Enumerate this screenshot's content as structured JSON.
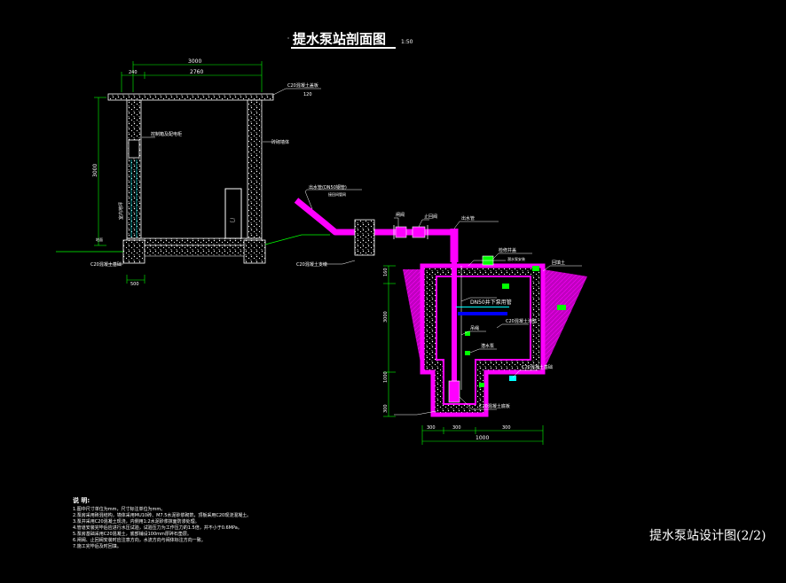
{
  "drawing": {
    "title": "提水泵站剖面图",
    "scale": "1:50",
    "sheet_title": "提水泵站设计图(2/2)"
  },
  "dimensions": {
    "top_total": "3000",
    "top_left": "240",
    "top_mid": "2760",
    "left_height": "3000",
    "bottom_width": "500",
    "sump_total": "1000",
    "sump_left": "300",
    "sump_mid": "300",
    "sump_right": "300",
    "sump_height": "3000",
    "sump_side_top": "160",
    "sump_side_mid": "1000",
    "sump_side_bot": "300"
  },
  "labels": {
    "roof_slab": "C20混凝土盖板",
    "roof_slab_thickness": "120",
    "power_box": "控制箱及配电柜",
    "wall": "砖砌墙体",
    "pipe_upper": "出水管(DN50钢管)",
    "pipe_upper_sub": "接田间管网",
    "valve": "闸阀",
    "check_valve": "止回阀",
    "outlet_pipe": "出水管",
    "manhole": "检修井盖",
    "pump_mount": "潜水泵安装",
    "pipe_well_label": "DN50井下泵用管",
    "lift_rope": "吊绳",
    "submersible_pump": "潜水泵",
    "sump_wall": "C20混凝土池壁",
    "well_bottom": "C20混凝土底板",
    "foundation": "C20混凝土基础",
    "pipe_support": "C20混凝土支墩",
    "floor_label": "室内地坪",
    "ground_label": "地面",
    "slope_label": "回填土",
    "door_label": "门"
  },
  "notes": {
    "heading": "说 明:",
    "items": [
      "1.图中尺寸单位为mm，尺寸标注单位为mm。",
      "2.泵房采用砖混结构，墙体采用MU10砖、M7.5水泥砂浆砌筑，顶板采用C20现浇混凝土。",
      "3.泵井采用C20混凝土现浇，内侧用1:2水泥砂浆抹面防渗处理。",
      "4.管道安装完毕后应进行水压试验，试验压力为工作压力的1.5倍，并不小于0.6MPa。",
      "5.泵房基础采用C20混凝土，底部铺设100mm厚碎石垫层。",
      "6.闸阀、止回阀安装时应注意方向，水流方向与阀体标注方向一致。",
      "7.施工完毕后及时回填。"
    ]
  },
  "colors": {
    "background": "#000000",
    "line": "#ffffff",
    "pipe": "#ff00ff",
    "ground": "#00ff00",
    "dimension": "#00ffff",
    "highlight": "#0000ff",
    "yellow": "#ffff00"
  }
}
